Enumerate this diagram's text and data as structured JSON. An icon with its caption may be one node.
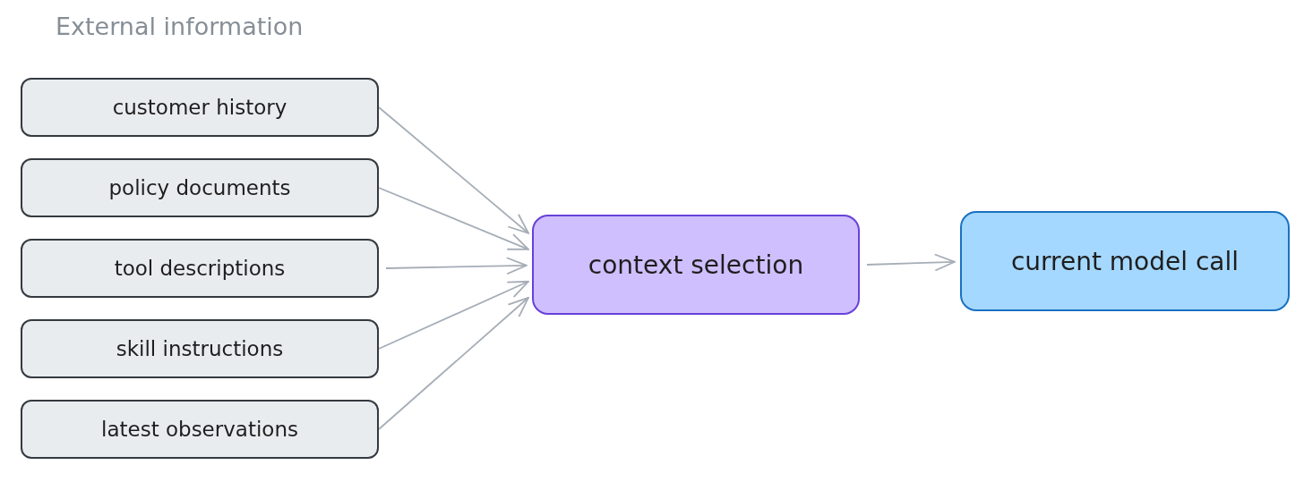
{
  "diagram": {
    "nodes": [
      {
        "text": [
          "customer history"
        ]
      },
      {
        "text": [
          "policy documents"
        ]
      },
      {
        "text": [
          "tool descriptions"
        ]
      },
      {
        "text": [
          "skill instructions"
        ]
      },
      {
        "text": [
          "latest observations"
        ]
      },
      {
        "text": [
          "context selection"
        ]
      },
      {
        "text": [
          "current model call"
        ]
      }
    ],
    "edges": [
      {
        "from": 0,
        "to": 5,
        "arrow": "to"
      },
      {
        "from": 1,
        "to": 5,
        "arrow": "to"
      },
      {
        "from": 2,
        "to": 5,
        "arrow": "to"
      },
      {
        "from": 3,
        "to": 5,
        "arrow": "to"
      },
      {
        "from": 4,
        "to": 5,
        "arrow": "to"
      },
      {
        "from": 5,
        "to": 6,
        "arrow": "to"
      }
    ],
    "labels": [
      "External information"
    ]
  }
}
